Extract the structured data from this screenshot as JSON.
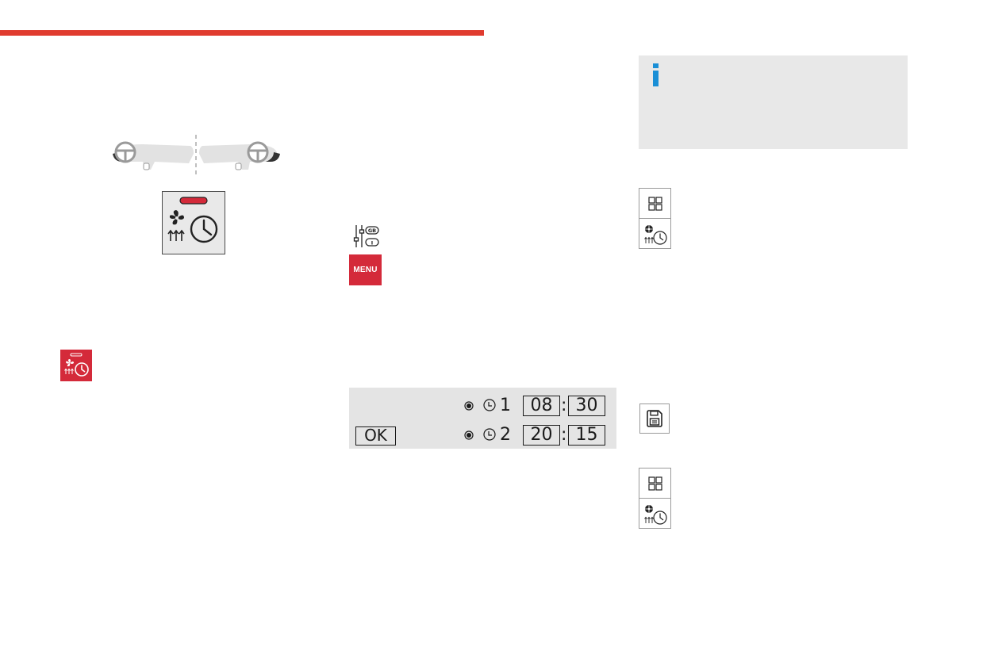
{
  "colors": {
    "brand_red": "#e03b2f",
    "menu_red": "#d42a3a",
    "info_blue": "#1a8fd6",
    "panel_grey": "#e4e4e4",
    "icon_dark": "#2a2a2a"
  },
  "icons": {
    "steering_wheels": "left-and-right-hand-drive-icon",
    "preheat_button": "fan-heat-timer-icon",
    "info": "info-icon",
    "settings": "settings-language-icon",
    "save": "save-disk-icon",
    "apps": "apps-grid-icon"
  },
  "menu_button": {
    "label": "MENU"
  },
  "timer_panel": {
    "ok_label": "OK",
    "rows": [
      {
        "index": "1",
        "hours": "08",
        "minutes": "30",
        "separator": ":"
      },
      {
        "index": "2",
        "hours": "20",
        "minutes": "15",
        "separator": ":"
      }
    ]
  },
  "settings_icon": {
    "badge_top": "GB",
    "badge_bottom": "I"
  }
}
